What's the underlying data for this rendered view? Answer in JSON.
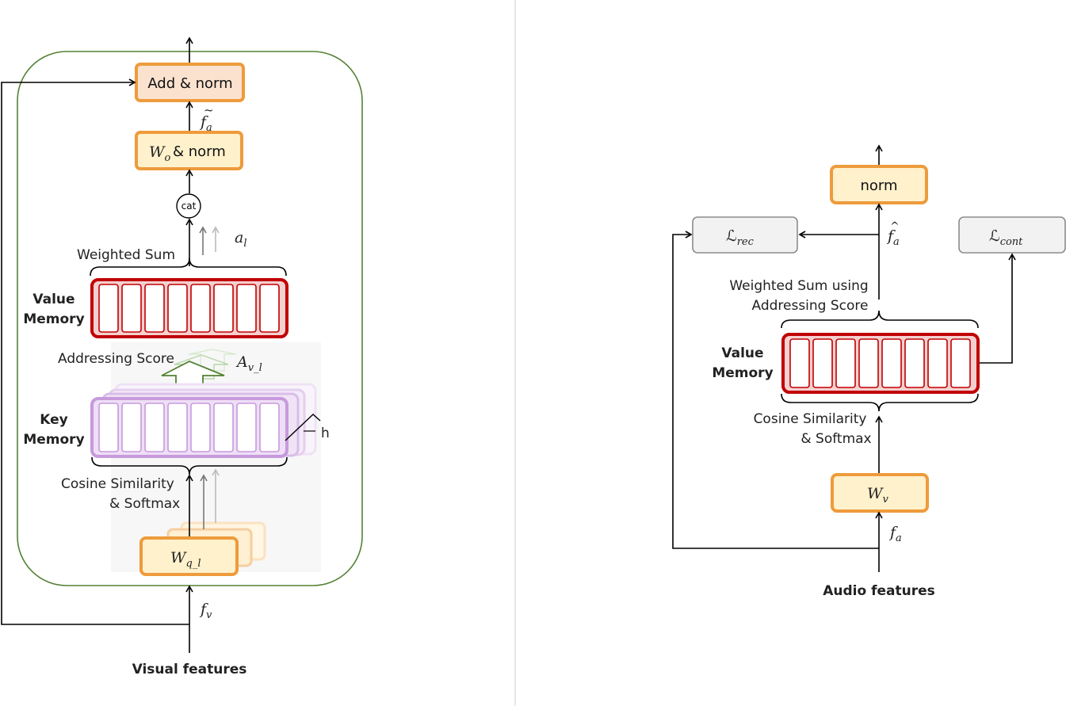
{
  "left": {
    "add_norm": "Add & norm",
    "wo_norm": {
      "symbol": "W",
      "sub": "o",
      "suffix": " & norm"
    },
    "f_tilde": {
      "symbol": "f",
      "sub": "a",
      "accent": "~"
    },
    "cat": "cat",
    "weighted_sum": "Weighted Sum",
    "a_l": {
      "symbol": "a",
      "sub": "l"
    },
    "value_memory": [
      "Value",
      "Memory"
    ],
    "addressing_score": "Addressing Score",
    "a_vl": {
      "symbol": "A",
      "sub": "v_l"
    },
    "key_memory": [
      "Key",
      "Memory"
    ],
    "h": "h",
    "cosine": [
      "Cosine Similarity",
      "& Softmax"
    ],
    "wq": {
      "symbol": "W",
      "sub": "q_l"
    },
    "f_v": {
      "symbol": "f",
      "sub": "v"
    },
    "input_label": "Visual features"
  },
  "right": {
    "norm": "norm",
    "l_rec": {
      "symbol": "ℒ",
      "sub": "rec"
    },
    "l_cont": {
      "symbol": "ℒ",
      "sub": "cont"
    },
    "f_hat": {
      "symbol": "f",
      "sub": "a",
      "accent": "^"
    },
    "weighted_sum": [
      "Weighted Sum using",
      "Addressing Score"
    ],
    "value_memory": [
      "Value",
      "Memory"
    ],
    "cosine": [
      "Cosine Similarity",
      "& Softmax"
    ],
    "wv": {
      "symbol": "W",
      "sub": "v"
    },
    "f_a": {
      "symbol": "f",
      "sub": "a"
    },
    "input_label": "Audio features"
  },
  "colors": {
    "orange_border": "#EE9B3C",
    "orange_fill": "#FFF1CC",
    "orange_fill_dark": "#FBE2CF",
    "red_border": "#C00000",
    "red_fill": "#F6D0D0",
    "purple_border": "#C79ADC",
    "purple_fill": "#EEDFF6",
    "green_border": "#548235",
    "gray_border": "#8C8C8C",
    "gray_fill": "#F2F2F2"
  }
}
